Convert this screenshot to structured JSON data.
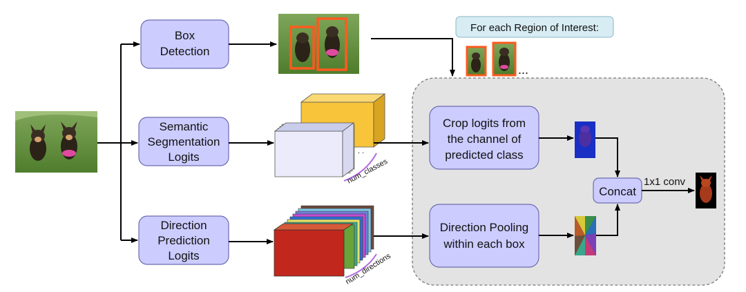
{
  "nodes": {
    "box_detection": [
      "Box",
      "Detection"
    ],
    "semantic_seg": [
      "Semantic",
      "Segmentation",
      "Logits"
    ],
    "direction_pred": [
      "Direction",
      "Prediction",
      "Logits"
    ],
    "crop_logits": [
      "Crop logits from",
      "the channel of",
      "predicted class"
    ],
    "direction_pooling": [
      "Direction Pooling",
      "within each box"
    ],
    "concat": "Concat"
  },
  "labels": {
    "roi_banner": "For each Region of Interest:",
    "ellipsis": "...",
    "num_classes": "num_classes",
    "num_directions": "num_directions",
    "conv": "1x1 conv"
  },
  "colors": {
    "node_fill": "#ccccff",
    "node_stroke": "#6b6bb0",
    "roi_banner_fill": "#d7ecf3",
    "roi_panel_fill": "#e3e3e3",
    "bbox_outline": "#ff5a1f",
    "grass": "#5f8f3a"
  }
}
